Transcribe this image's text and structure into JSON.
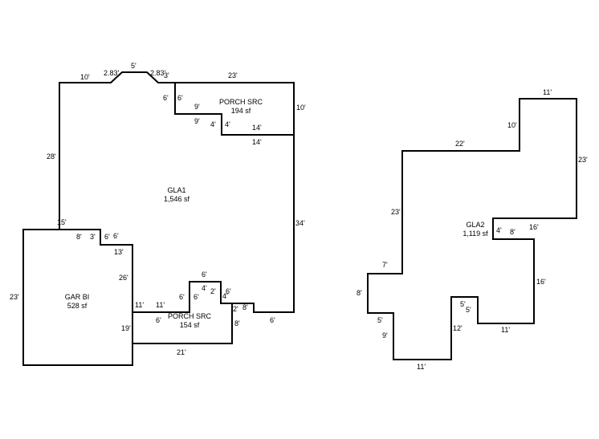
{
  "sketch_left": {
    "rooms": [
      {
        "id": "porch_src_1",
        "name": "PORCH SRC",
        "area": "194 sf"
      },
      {
        "id": "gla1",
        "name": "GLA1",
        "area": "1,546 sf"
      },
      {
        "id": "gar_bi",
        "name": "GAR BI",
        "area": "528 sf"
      },
      {
        "id": "porch_src_2",
        "name": "PORCH SRC",
        "area": "154 sf"
      }
    ],
    "dimensions": [
      "10'",
      "2.83'",
      "5'",
      "2.83'",
      "3'",
      "23'",
      "6'",
      "6'",
      "9'",
      "10'",
      "9'",
      "4'",
      "4'",
      "14'",
      "14'",
      "28'",
      "34'",
      "15'",
      "8'",
      "3'",
      "6'",
      "6'",
      "13'",
      "26'",
      "23'",
      "11'",
      "11'",
      "6'",
      "6'",
      "6'",
      "6'",
      "4'",
      "2'",
      "4'",
      "6'",
      "2'",
      "8'",
      "8'",
      "6'",
      "19'",
      "21'"
    ]
  },
  "sketch_right": {
    "rooms": [
      {
        "id": "gla2",
        "name": "GLA2",
        "area": "1,119 sf"
      }
    ],
    "dimensions": [
      "11'",
      "10'",
      "22'",
      "23'",
      "23'",
      "16'",
      "4'",
      "8'",
      "7'",
      "16'",
      "8'",
      "5'",
      "5'",
      "5'",
      "12'",
      "9'",
      "11'",
      "11'"
    ]
  }
}
